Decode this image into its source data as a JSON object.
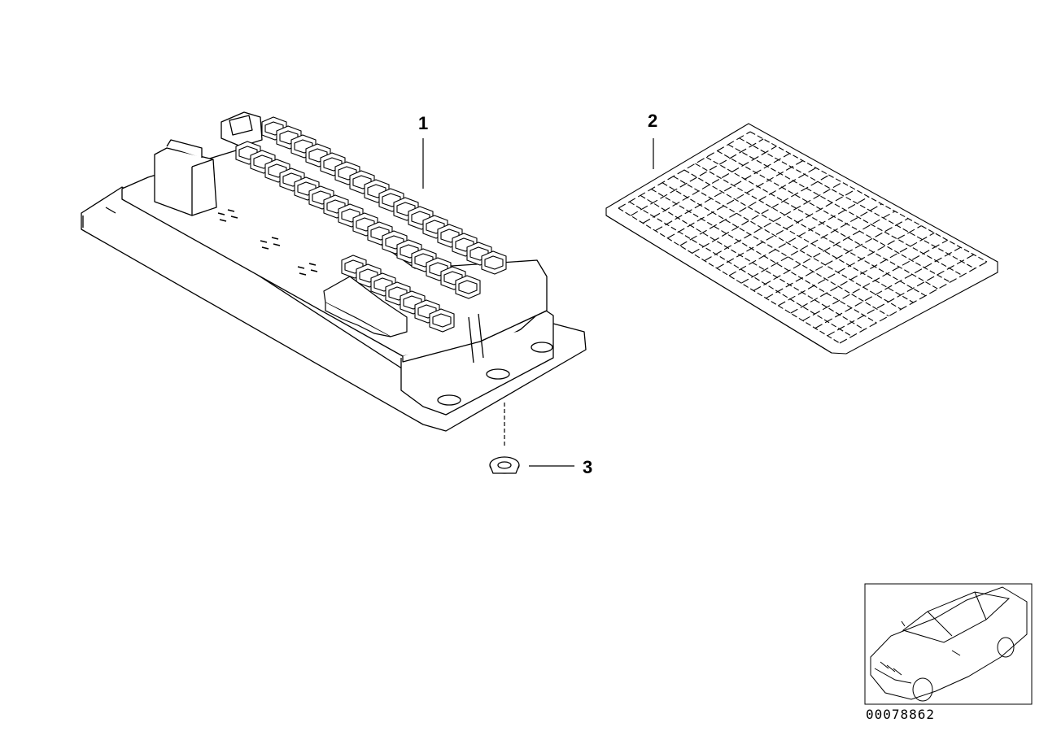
{
  "callouts": [
    {
      "label": "1",
      "part": "fuse-box"
    },
    {
      "label": "2",
      "part": "fuse-label-sheet"
    },
    {
      "label": "3",
      "part": "nut"
    }
  ],
  "thumbnail": {
    "icon": "car-thumbnail-icon"
  },
  "document_number": "00078862",
  "colors": {
    "line": "#000000",
    "background": "#ffffff"
  }
}
